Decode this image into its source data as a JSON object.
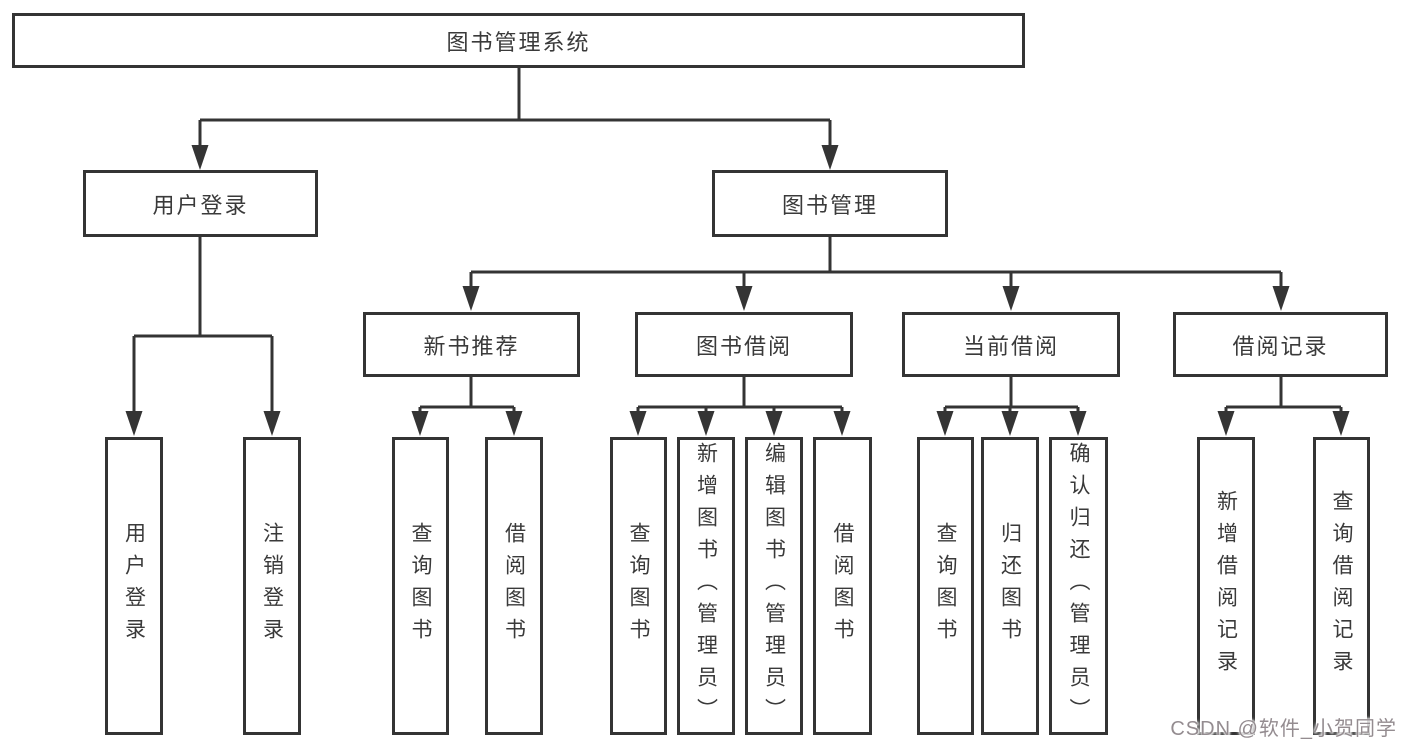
{
  "diagram": {
    "tree": {
      "label": "图书管理系统",
      "children": [
        {
          "label": "用户登录",
          "children": [
            {
              "label": "用户登录"
            },
            {
              "label": "注销登录"
            }
          ]
        },
        {
          "label": "图书管理",
          "children": [
            {
              "label": "新书推荐",
              "children": [
                {
                  "label": "查询图书"
                },
                {
                  "label": "借阅图书"
                }
              ]
            },
            {
              "label": "图书借阅",
              "children": [
                {
                  "label": "查询图书"
                },
                {
                  "label": "新增图书（管理员）"
                },
                {
                  "label": "编辑图书（管理员）"
                },
                {
                  "label": "借阅图书"
                }
              ]
            },
            {
              "label": "当前借阅",
              "children": [
                {
                  "label": "查询图书"
                },
                {
                  "label": "归还图书"
                },
                {
                  "label": "确认归还（管理员）"
                }
              ]
            },
            {
              "label": "借阅记录",
              "children": [
                {
                  "label": "新增借阅记录"
                },
                {
                  "label": "查询借阅记录"
                }
              ]
            }
          ]
        }
      ]
    },
    "watermark": "CSDN @软件_小贺同学",
    "colors": {
      "line": "#343434",
      "box_border": "#343434",
      "text": "#3a3a3a",
      "background": "#ffffff",
      "watermark": "#948c90"
    }
  }
}
